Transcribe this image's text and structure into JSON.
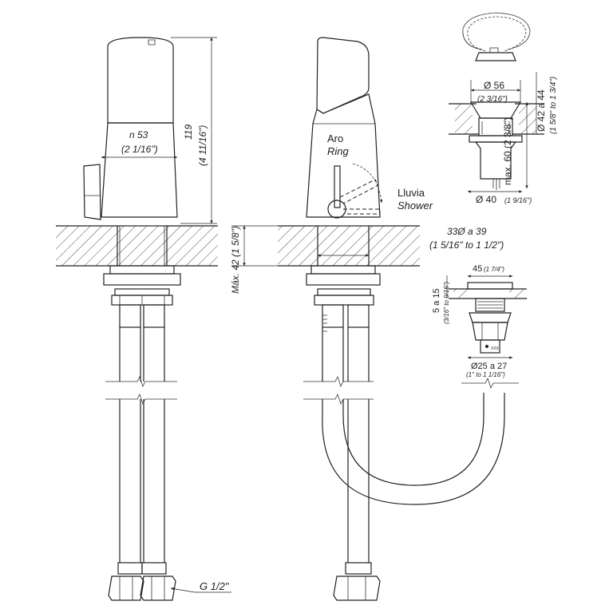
{
  "dimensions": {
    "body_diameter": "n 53",
    "body_diameter_in": "(2 1/16\")",
    "height": "119",
    "height_in": "(4 11/16\")",
    "max_deck": "Máx. 42 (1 5/8\")",
    "hole_range": "33Ø a 39",
    "hole_range_in": "(1 5/16\" to 1 1/2\")",
    "connection": "G 1/2\"",
    "drain_top": "Ø 56",
    "drain_top_in": "(2 3/16\")",
    "drain_thread": "Ø 42 a 44",
    "drain_thread_in": "(1 5/8\" to 1 3/4\")",
    "drain_max": "max. 60 (2 3/8\")",
    "drain_bottom": "Ø 40",
    "drain_bottom_in": "(1 9/16\")",
    "valve_width": "45",
    "valve_width_in": "(1 7/4\")",
    "valve_deck": "5 a 15",
    "valve_deck_in": "(3/16\" to 9/16\")",
    "valve_hole": "Ø25 a 27",
    "valve_hole_in": "(1\" to 1 1/16\")"
  },
  "labels": {
    "aro": "Aro",
    "ring": "Ring",
    "lluvia": "Lluvia",
    "shower": "Shower"
  },
  "marks": {
    "stamp": "XXX"
  }
}
